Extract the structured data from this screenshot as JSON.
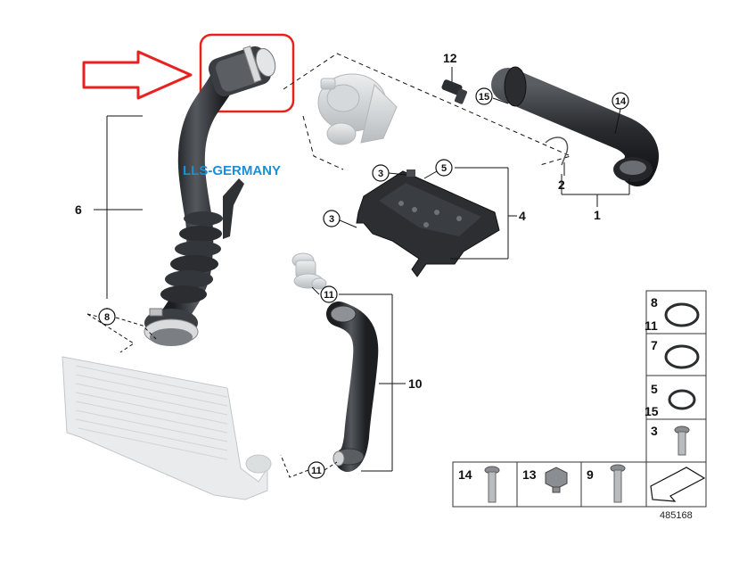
{
  "watermark": "LLS-GERMANY",
  "reference_number": "485168",
  "callouts": {
    "c1": "1",
    "c2": "2",
    "c3a": "3",
    "c3b": "3",
    "c4": "4",
    "c5": "5",
    "c6": "6",
    "c8": "8",
    "c10": "10",
    "c11a": "11",
    "c11b": "11",
    "c12": "12",
    "c14": "14",
    "c15": "15"
  },
  "legend": {
    "row1": [
      "8",
      "11"
    ],
    "row2": "7",
    "row3": [
      "5",
      "15"
    ],
    "row4": "3",
    "bottom": [
      "14",
      "13",
      "9"
    ]
  },
  "colors": {
    "highlight": "#e8201e",
    "part_dark": "#2b2d30",
    "part_light": "#c9ccce",
    "watermark": "#1a8fd6"
  }
}
